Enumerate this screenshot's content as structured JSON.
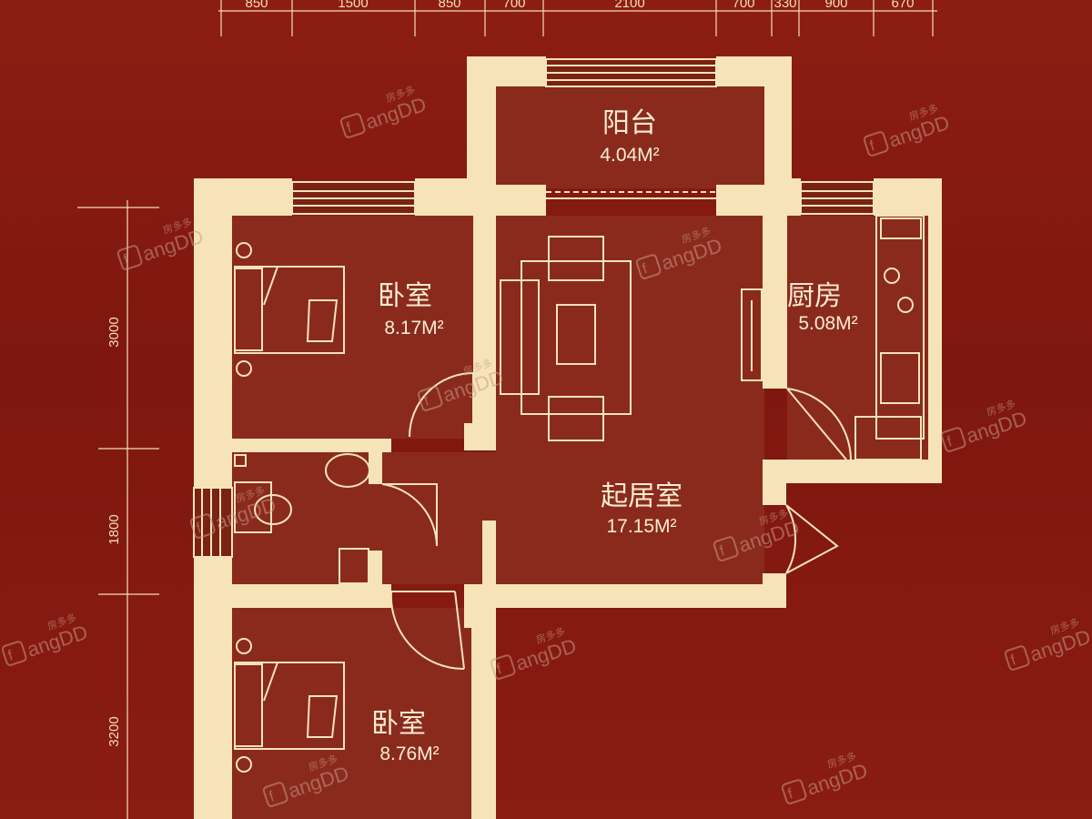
{
  "dimensions": {
    "top": [
      "850",
      "1500",
      "850",
      "700",
      "2100",
      "700",
      "330",
      "900",
      "670"
    ],
    "left": [
      "3000",
      "1800",
      "3200"
    ]
  },
  "rooms": {
    "balcony": {
      "name": "阳台",
      "area": "4.04M²"
    },
    "bedroom_1": {
      "name": "卧室",
      "area": "8.17M²"
    },
    "kitchen": {
      "name": "厨房",
      "area": "5.08M²"
    },
    "living_room": {
      "name": "起居室",
      "area": "17.15M²"
    },
    "bedroom_2": {
      "name": "卧室",
      "area": "8.76M²"
    }
  },
  "watermark": {
    "brand": "angDD",
    "chinese": "房多多"
  },
  "colors": {
    "background": "#801911",
    "wall": "#f6e4b8",
    "floor": "#8a2a1d"
  }
}
